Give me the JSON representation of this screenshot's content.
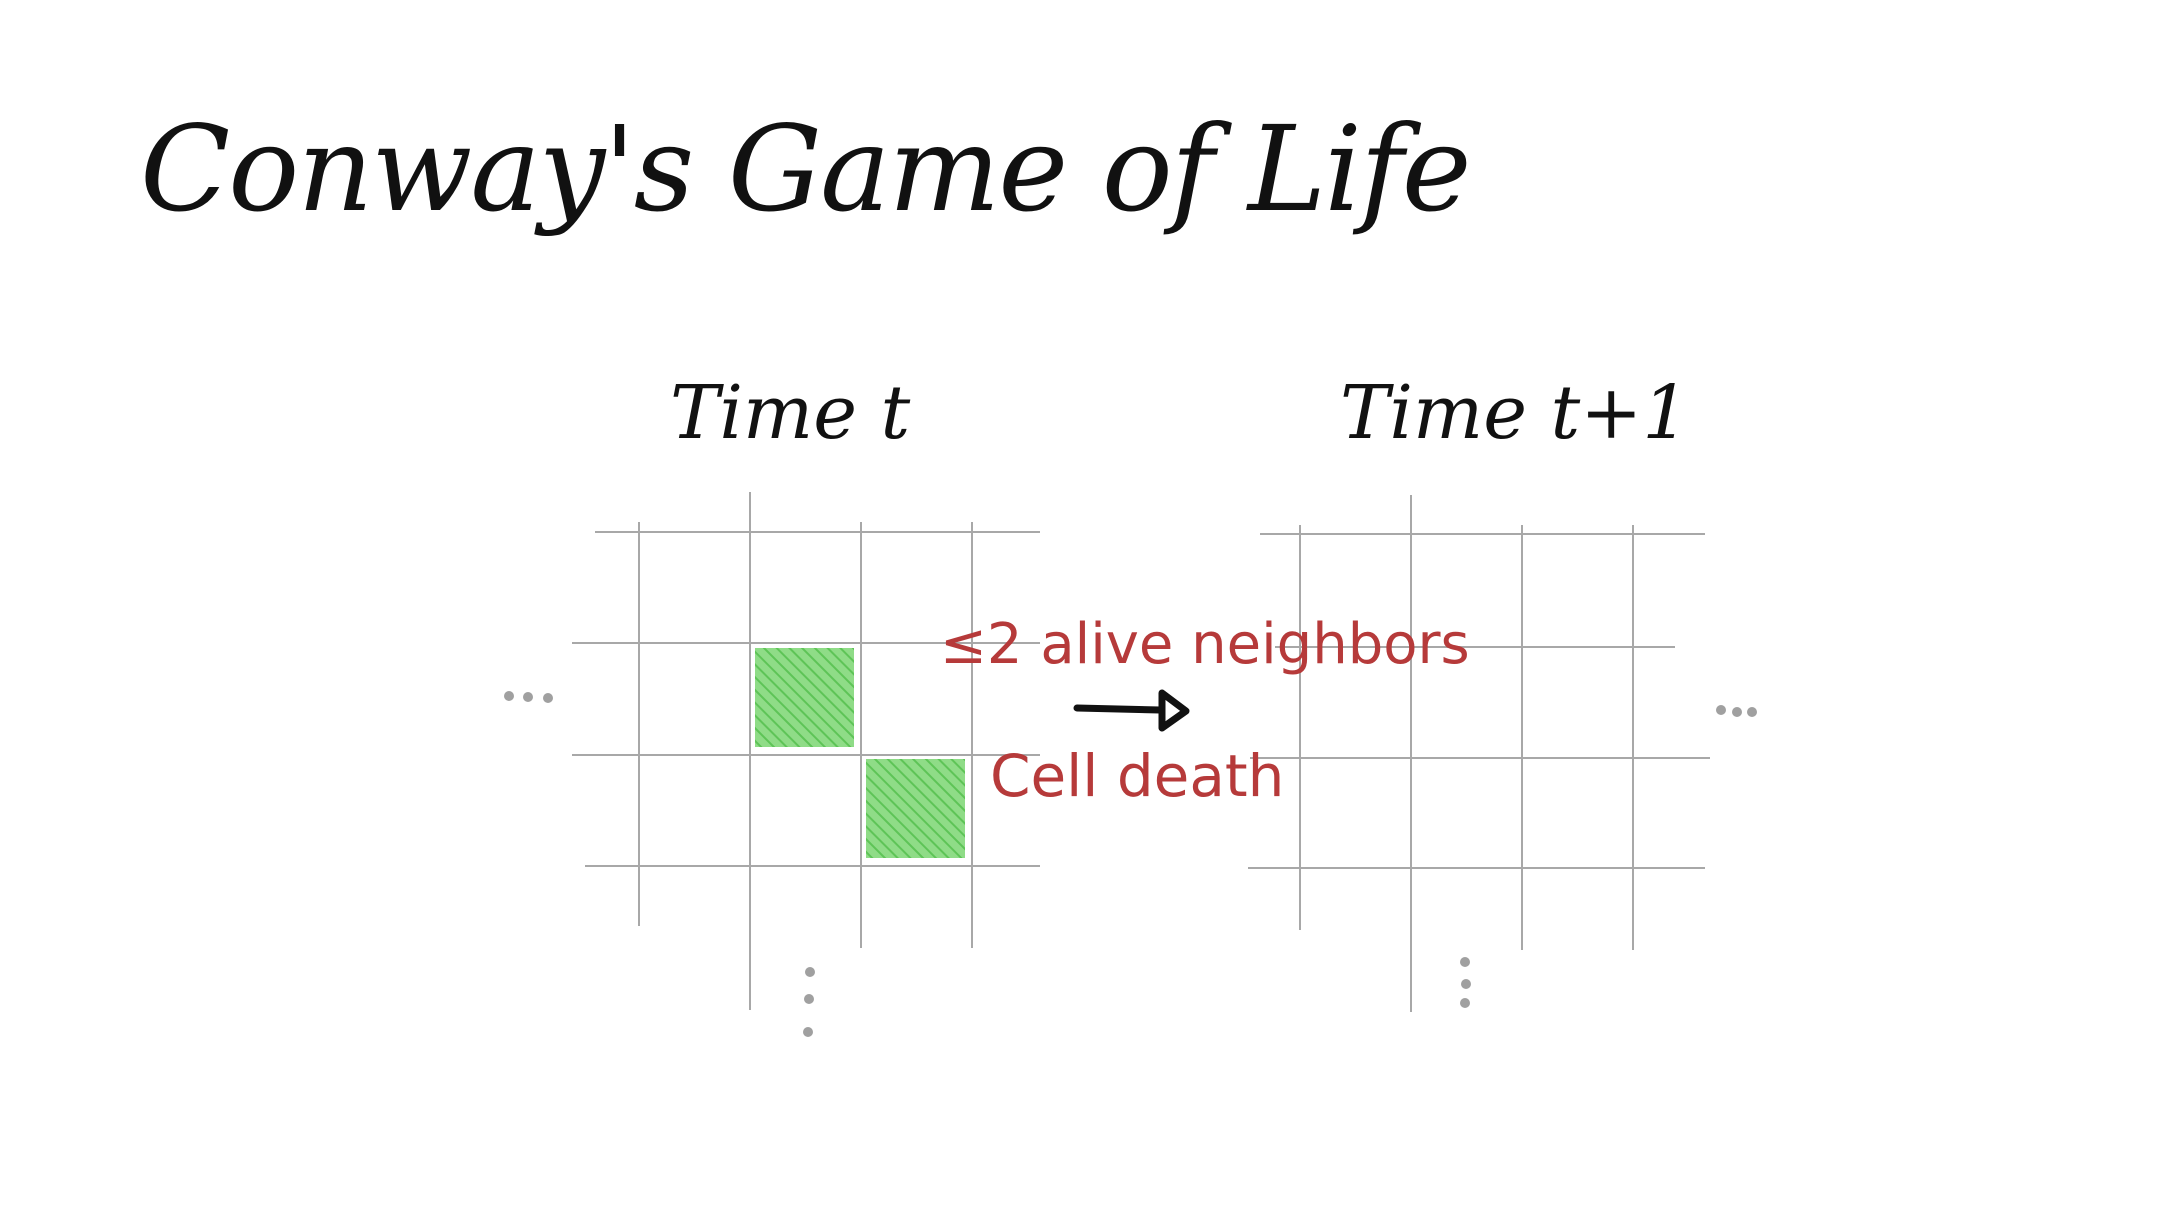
{
  "title": "Conway's Game of Life",
  "panels": {
    "left_label": "Time t",
    "right_label": "Time t+1"
  },
  "rule": {
    "condition": "≤2 alive neighbors",
    "result": "Cell death"
  },
  "colors": {
    "ink": "#111111",
    "grid": "#a8a8a8",
    "alive_cell": "#7cd275",
    "rule_text": "#b63a3a",
    "ellipsis": "#a0a0a0"
  },
  "grids": {
    "left": {
      "alive_cells": [
        [
          1,
          1
        ],
        [
          2,
          2
        ]
      ]
    },
    "right": {
      "alive_cells": []
    }
  }
}
